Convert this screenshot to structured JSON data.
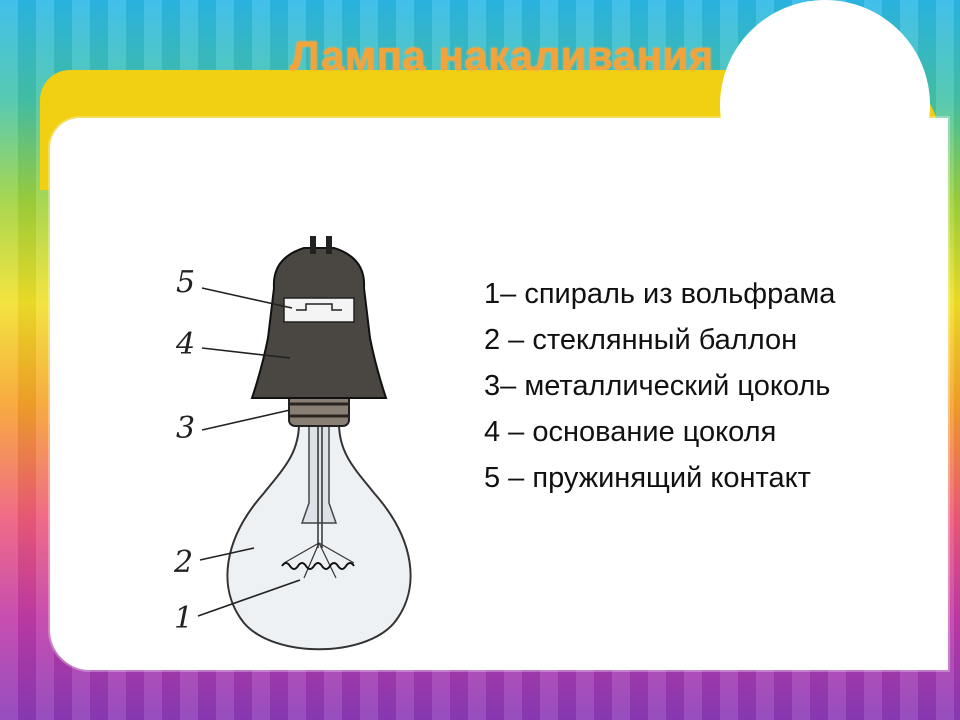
{
  "title": "Лампа накаливания",
  "diagram": {
    "callouts": [
      "5",
      "4",
      "3",
      "2",
      "1"
    ]
  },
  "legend": [
    "1– спираль из вольфрама",
    "2 – стеклянный баллон",
    "3– металлический цоколь",
    "4 – основание цоколя",
    "5 – пружинящий контакт"
  ]
}
